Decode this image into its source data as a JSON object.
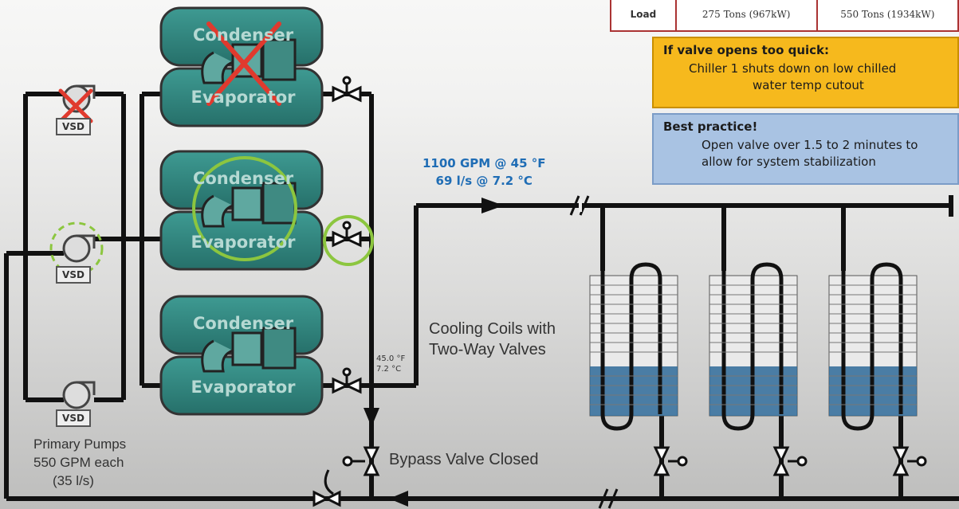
{
  "load_table": {
    "label": "Load",
    "col1": "275 Tons (967kW)",
    "col2": "550 Tons (1934kW)"
  },
  "chillers": [
    {
      "top_label": "Condenser",
      "bottom_label": "Evaporator",
      "status": "off"
    },
    {
      "top_label": "Condenser",
      "bottom_label": "Evaporator",
      "status": "on"
    },
    {
      "top_label": "Condenser",
      "bottom_label": "Evaporator",
      "status": "on"
    }
  ],
  "vsd_label": "VSD",
  "pumps": {
    "caption_line1": "Primary Pumps",
    "caption_line2": "550 GPM each",
    "caption_line3": "(35 l/s)"
  },
  "flow": {
    "line1": "1100 GPM @ 45 °F",
    "line2": "69 l/s @ 7.2 °C"
  },
  "temp_readout": {
    "line1": "45.0 °F",
    "line2": "7.2 °C"
  },
  "coils_caption": {
    "line1": "Cooling Coils with",
    "line2": "Two-Way Valves"
  },
  "bypass_caption": "Bypass Valve Closed",
  "warning_box": {
    "title": "If valve opens too quick:",
    "line1": "Chiller 1 shuts down on low chilled",
    "line2": "water temp cutout",
    "color": "#f6b91d"
  },
  "tip_box": {
    "title": "Best practice!",
    "line1": "Open valve over 1.5 to 2 minutes to",
    "line2": "allow for system stabilization",
    "color": "#a9c3e3"
  },
  "colors": {
    "chiller": "#2f8079",
    "highlight": "#8cc63f",
    "disabled": "#e03a2e",
    "coil_water": "#2e6a99",
    "flow_text": "#1f6db5"
  }
}
